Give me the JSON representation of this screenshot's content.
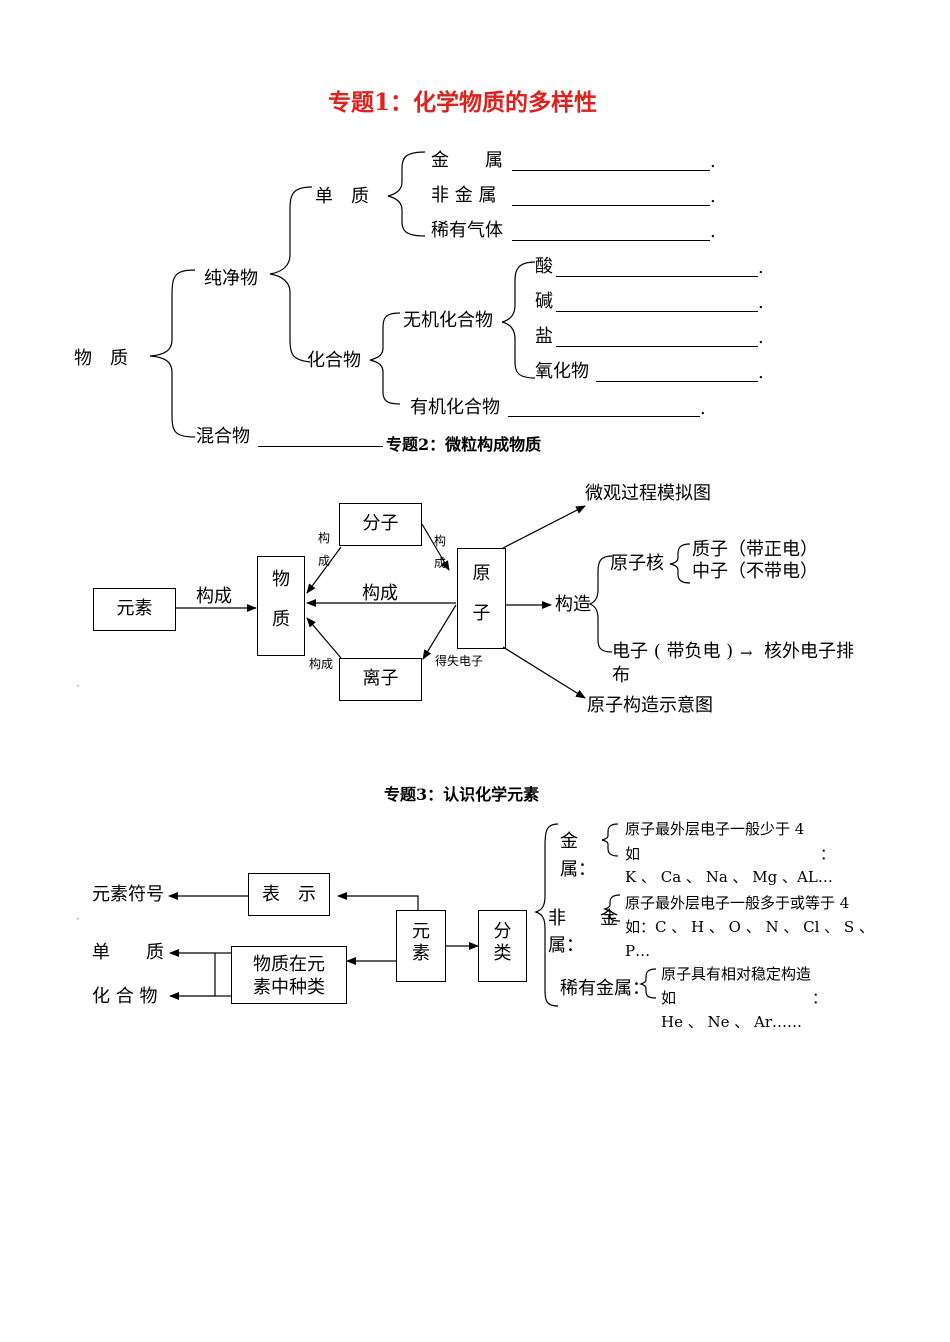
{
  "topic1": {
    "title": "专题1：化学物质的多样性",
    "root": "物　质",
    "pure": "纯净物",
    "mixture": "混合物",
    "elemental": "单　质",
    "compound": "化合物",
    "metal": "金　　属",
    "nonmetal": "非 金 属",
    "noble": "稀有气体",
    "inorganic": "无机化合物",
    "organic": "有机化合物",
    "acid": "酸",
    "base": "碱",
    "salt": "盐",
    "oxide": "氧化物",
    "dot": "."
  },
  "topic2": {
    "title": "专题2：微粒构成物质",
    "element": "元素",
    "compose": "构成",
    "substance_1": "物",
    "substance_2": "质",
    "molecule": "分子",
    "ion": "离子",
    "atom_1": "原",
    "atom_2": "子",
    "small_compose_1": "构",
    "small_compose_2": "成",
    "small_compose": "构成",
    "center_compose": "构成",
    "gain_lose": "得失电子",
    "micro": "微观过程模拟图",
    "structure": "构造",
    "nucleus": "原子核",
    "proton": "质子（带正电）",
    "neutron": "中子（不带电）",
    "electron_1": "电子 ( 带负电 )",
    "arrow_glyph": "→",
    "electron_2": "核外电子排",
    "electron_3": "布",
    "diagram": "原子构造示意图",
    "mark": "·"
  },
  "topic3": {
    "title": "专题3：认识化学元素",
    "symbol": "元素符号",
    "represent": "表　示",
    "elemental": "单　　质",
    "compound": "化 合 物",
    "kinds_1": "物质在元",
    "kinds_2": "素中种类",
    "element_1": "元",
    "element_2": "素",
    "classify_1": "分",
    "classify_2": "类",
    "metal_1": "金",
    "metal_2": "属：",
    "metal_rule": "原子最外层电子一般少于 4",
    "metal_ru": "如",
    "metal_colon": "：",
    "metal_examples": "K 、 Ca 、 Na 、 Mg 、AL…",
    "nonmetal_1": "非",
    "nonmetal_2": "金",
    "nonmetal_3": "属：",
    "nonmetal_rule": "原子最外层电子一般多于或等于 4",
    "nonmetal_examples_1": "如：C 、 H 、 O 、 N 、 Cl 、 S 、",
    "nonmetal_examples_2": "P…",
    "noble": "稀有金属：",
    "noble_rule": "原子具有相对稳定构造",
    "noble_ru": "如",
    "noble_colon": "：",
    "noble_examples": "He 、 Ne 、 Ar……",
    "mark": "·"
  }
}
